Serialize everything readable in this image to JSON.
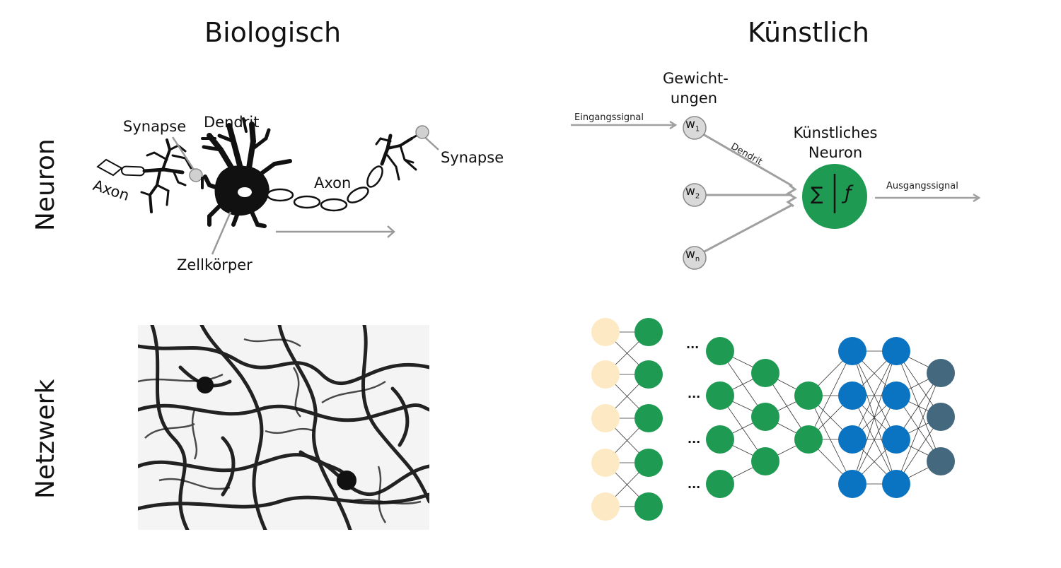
{
  "columns": {
    "biological": "Biologisch",
    "artificial": "Künstlich"
  },
  "rows": {
    "neuron": "Neuron",
    "network": "Netzwerk"
  },
  "bio_neuron": {
    "synapse_left": "Synapse",
    "dendrite": "Dendrit",
    "axon_left": "Axon",
    "axon_right": "Axon",
    "cell_body": "Zellkörper",
    "synapse_right": "Synapse"
  },
  "art_neuron": {
    "weights_line1": "Gewicht-",
    "weights_line2": "ungen",
    "input_signal": "Eingangssignal",
    "dendrite": "Dendrit",
    "neuron_line1": "Künstliches",
    "neuron_line2": "Neuron",
    "output_signal": "Ausgangssignal",
    "w1": "w",
    "w1_sub": "1",
    "w2": "w",
    "w2_sub": "2",
    "wn": "w",
    "wn_sub": "n",
    "sum_symbol": "∑",
    "func_symbol": "ƒ"
  },
  "network": {
    "ellipsis": "...",
    "layers": [
      5,
      5,
      4,
      3,
      2,
      4,
      4,
      3
    ],
    "colors": {
      "input": "#fde9c3",
      "hidden_green": "#1e9a52",
      "hidden_blue": "#0b74c2",
      "output": "#44697f",
      "edge": "#333333"
    }
  },
  "colors": {
    "neuron_green": "#1e9a52",
    "arrow_gray": "#a0a0a0",
    "weight_fill": "#d9d9d9"
  }
}
